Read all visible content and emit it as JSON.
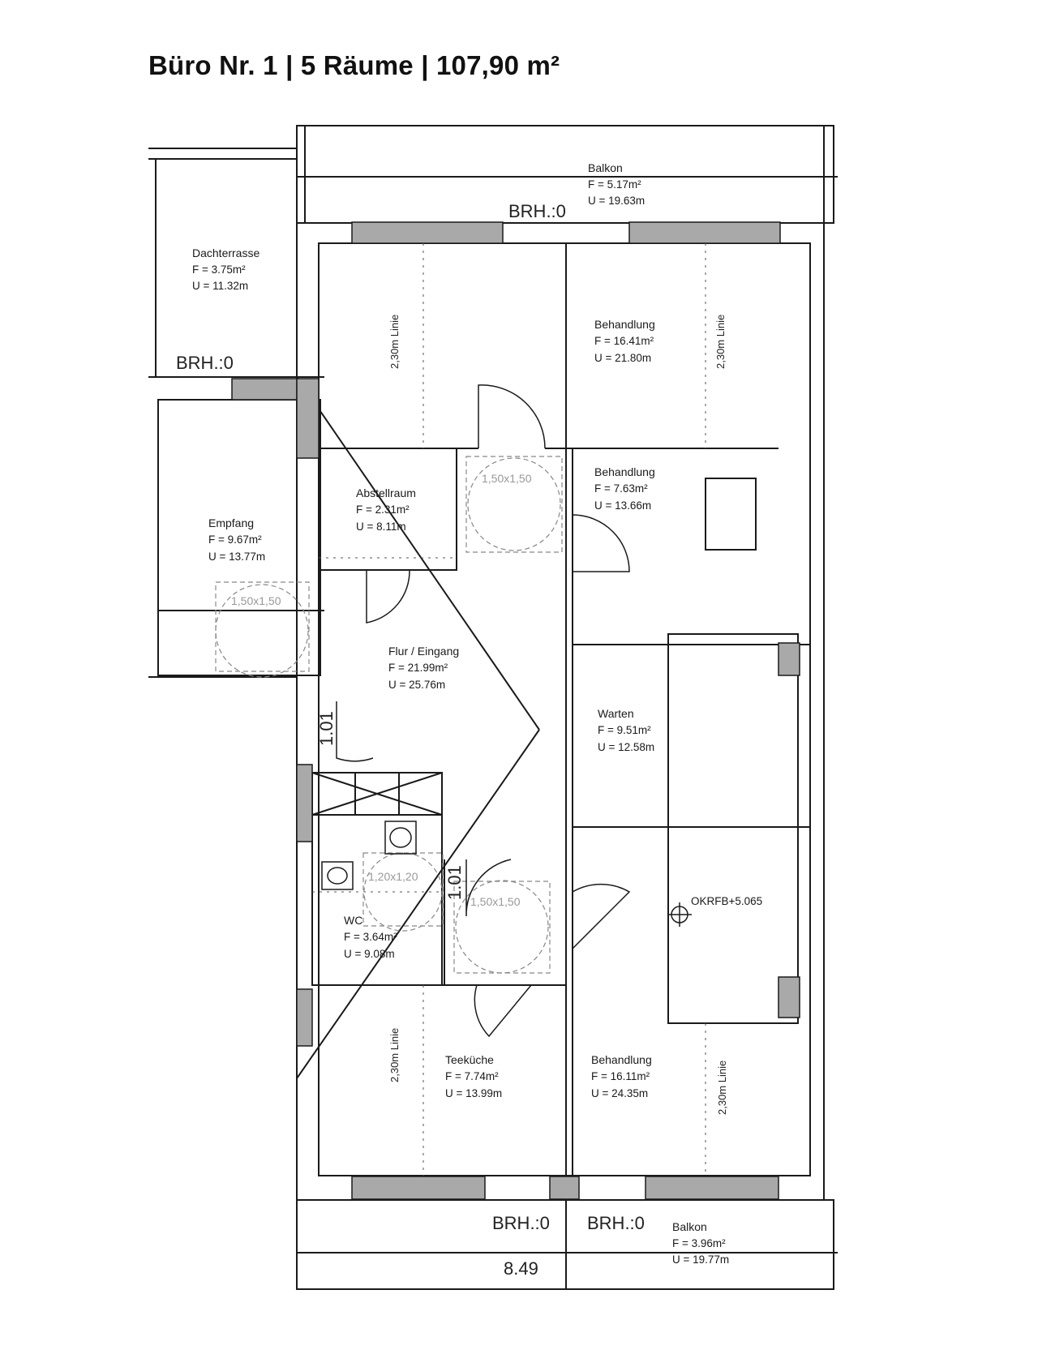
{
  "title": "Büro Nr. 1 | 5 Räume | 107,90 m²",
  "rooms": {
    "balkon_top": {
      "name": "Balkon",
      "area": "F = 5.17m²",
      "perimeter": "U = 19.63m"
    },
    "dachterrasse": {
      "name": "Dachterrasse",
      "area": "F = 3.75m²",
      "perimeter": "U = 11.32m"
    },
    "behandlung_1": {
      "name": "Behandlung",
      "area": "F = 16.41m²",
      "perimeter": "U = 21.80m"
    },
    "behandlung_2": {
      "name": "Behandlung",
      "area": "F = 7.63m²",
      "perimeter": "U = 13.66m"
    },
    "abstellraum": {
      "name": "Abstellraum",
      "area": "F = 2.31m²",
      "perimeter": "U = 8.11m"
    },
    "empfang": {
      "name": "Empfang",
      "area": "F = 9.67m²",
      "perimeter": "U = 13.77m"
    },
    "flur": {
      "name": "Flur / Eingang",
      "area": "F = 21.99m²",
      "perimeter": "U = 25.76m"
    },
    "warten": {
      "name": "Warten",
      "area": "F = 9.51m²",
      "perimeter": "U = 12.58m"
    },
    "wc": {
      "name": "WC",
      "area": "F = 3.64m²",
      "perimeter": "U = 9.08m"
    },
    "teekueche": {
      "name": "Teeküche",
      "area": "F = 7.74m²",
      "perimeter": "U = 13.99m"
    },
    "behandlung_3": {
      "name": "Behandlung",
      "area": "F = 16.11m²",
      "perimeter": "U = 24.35m"
    },
    "balkon_bottom": {
      "name": "Balkon",
      "area": "F = 3.96m²",
      "perimeter": "U = 19.77m"
    }
  },
  "annotations": {
    "brh": "BRH.:0",
    "dim_width": "8.49",
    "door_width": "1.01",
    "turning_150": "1,50x1,50",
    "turning_120": "1,20x1,20",
    "line_230": "2,30m Linie",
    "level_marker": "OKRFB+5.065"
  }
}
